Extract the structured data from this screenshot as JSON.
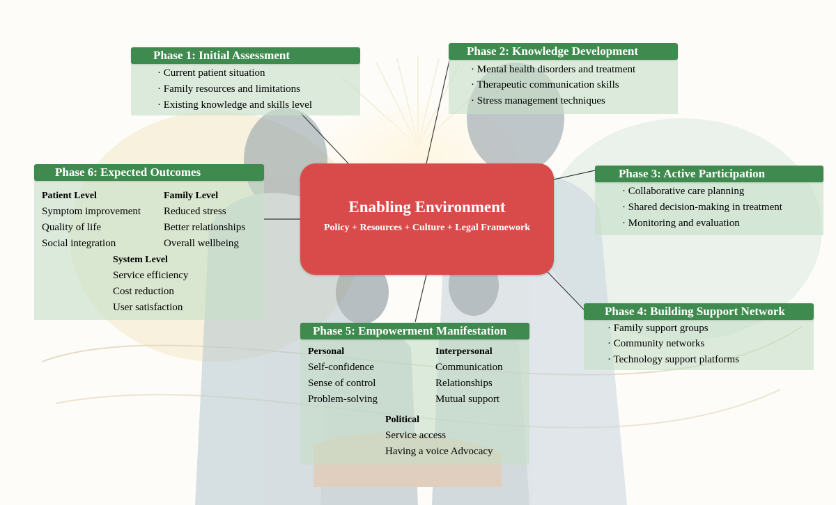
{
  "center": {
    "title": "Enabling Environment",
    "subtitle": "Policy + Resources + Culture + Legal Framework"
  },
  "phase1": {
    "title": "Phase 1: Initial Assessment",
    "items": [
      "· Current patient situation",
      "· Family resources and limitations",
      "·  Existing knowledge and skills level"
    ]
  },
  "phase2": {
    "title": "Phase 2: Knowledge Development",
    "items": [
      "· Mental health disorders and treatment",
      "· Therapeutic communication skills",
      "·  Stress management techniques"
    ]
  },
  "phase3": {
    "title": "Phase 3: Active Participation",
    "items": [
      "· Collaborative care planning",
      "·  Shared decision-making in treatment",
      "· Monitoring and evaluation"
    ]
  },
  "phase4": {
    "title": "Phase 4: Building Support Network",
    "items": [
      "· Family support groups",
      "· Community networks",
      "·  Technology support platforms"
    ]
  },
  "phase5": {
    "title": "Phase 5: Empowerment Manifestation",
    "personal": {
      "title": "Personal",
      "items": [
        "Self-confidence",
        "Sense of control",
        "Problem-solving"
      ]
    },
    "interpersonal": {
      "title": "Interpersonal",
      "items": [
        "Communication",
        "Relationships",
        "Mutual support"
      ]
    },
    "political": {
      "title": "Political",
      "items": [
        "Service access",
        "Having a voice Advocacy"
      ]
    }
  },
  "phase6": {
    "title": "Phase 6: Expected Outcomes",
    "patient": {
      "title": "Patient Level",
      "items": [
        "Symptom improvement",
        "Quality of life",
        "Social integration"
      ]
    },
    "family": {
      "title": "Family Level",
      "items": [
        "Reduced stress",
        "Better relationships",
        "Overall wellbeing"
      ]
    },
    "system": {
      "title": "System Level",
      "items": [
        "Service efficiency",
        "Cost reduction",
        "User satisfaction"
      ]
    }
  },
  "colors": {
    "header_green": "#3f8a4e",
    "panel_green": "#c6dec8",
    "center_red": "#d94a4a",
    "text": "#1c2a22"
  }
}
